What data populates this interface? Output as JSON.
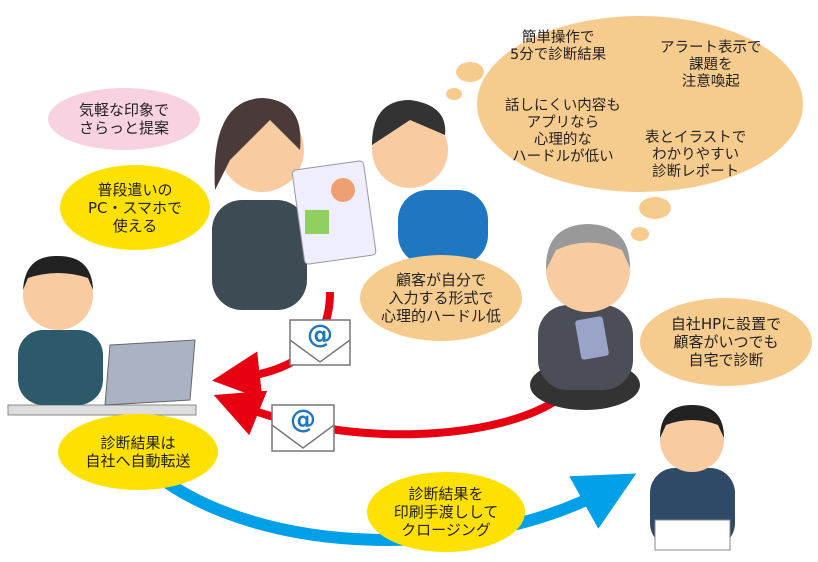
{
  "thought_bubble": {
    "simple_operation": [
      "簡単操作で",
      "5分で診断結果"
    ],
    "alert": [
      "アラート表示で",
      "課題を",
      "注意喚起"
    ],
    "app_low_hurdle": [
      "話しにくい内容も",
      "アプリなら",
      "心理的な",
      "ハードルが低い"
    ],
    "report": [
      "表とイラストで",
      "わかりやすい",
      "診断レポート"
    ]
  },
  "bubbles": {
    "casual_proposal": [
      "気軽な印象で",
      "さらっと提案"
    ],
    "everyday_devices": [
      "普段遣いの",
      "PC・スマホで",
      "使える"
    ],
    "self_input": [
      "顧客が自分で",
      "入力する形式で",
      "心理的ハードル低"
    ],
    "website_install": [
      "自社HPに設置で",
      "顧客がいつでも",
      "自宅で診断"
    ],
    "auto_transfer": [
      "診断結果は",
      "自社へ自動転送"
    ],
    "closing": [
      "診断結果を",
      "印刷手渡しして",
      "クロージング"
    ]
  },
  "envelope_symbol": "@",
  "colors": {
    "red_arrow": "#e60012",
    "blue_arrow": "#00a0e9",
    "peach": "#f6cb8e",
    "yellow": "#ffe100",
    "pink": "#f9d2e2"
  }
}
